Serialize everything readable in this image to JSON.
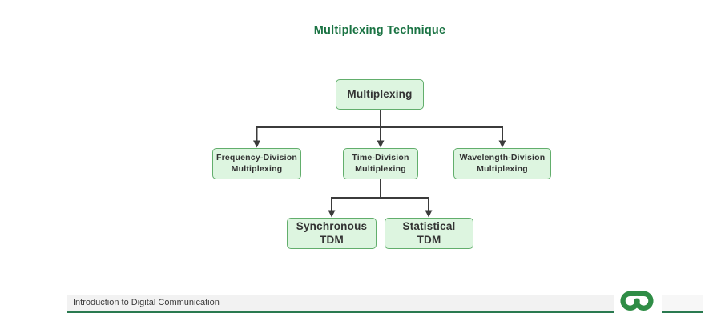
{
  "title": "Multiplexing Technique",
  "diagram": {
    "root": {
      "label": "Multiplexing"
    },
    "level2": [
      {
        "label": "Frequency-Division\nMultiplexing"
      },
      {
        "label": "Time-Division\nMultiplexing"
      },
      {
        "label": "Wavelength-Division\nMultiplexing"
      }
    ],
    "level3": [
      {
        "label": "Synchronous\nTDM"
      },
      {
        "label": "Statistical\nTDM"
      }
    ]
  },
  "footer": {
    "course_label": "Introduction to Digital Communication",
    "logo": "geeksforgeeks-logo"
  },
  "colors": {
    "brand_green": "#2f8d46",
    "title_green": "#1a7343",
    "node_fill": "#ddf5e0",
    "node_border": "#62ae6c",
    "footer_line_green": "#2a7a50",
    "connector_gray": "#3b3b3b"
  }
}
